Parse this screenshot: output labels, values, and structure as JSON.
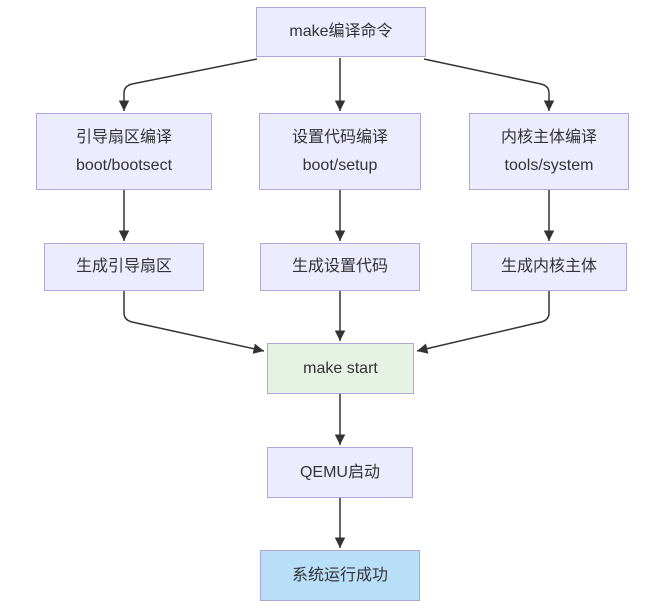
{
  "diagram": {
    "type": "flowchart",
    "direction": "top-down",
    "nodes": {
      "make_compile": {
        "label": "make编译命令"
      },
      "bootsect_compile": {
        "line1": "引导扇区编译",
        "line2": "boot/bootsect"
      },
      "setup_compile": {
        "line1": "设置代码编译",
        "line2": "boot/setup"
      },
      "system_compile": {
        "line1": "内核主体编译",
        "line2": "tools/system"
      },
      "gen_bootsect": {
        "label": "生成引导扇区"
      },
      "gen_setup": {
        "label": "生成设置代码"
      },
      "gen_system": {
        "label": "生成内核主体"
      },
      "make_start": {
        "label": "make start"
      },
      "qemu_start": {
        "label": "QEMU启动"
      },
      "system_success": {
        "label": "系统运行成功"
      }
    },
    "edges": [
      {
        "from": "make_compile",
        "to": "bootsect_compile"
      },
      {
        "from": "make_compile",
        "to": "setup_compile"
      },
      {
        "from": "make_compile",
        "to": "system_compile"
      },
      {
        "from": "bootsect_compile",
        "to": "gen_bootsect"
      },
      {
        "from": "setup_compile",
        "to": "gen_setup"
      },
      {
        "from": "system_compile",
        "to": "gen_system"
      },
      {
        "from": "gen_bootsect",
        "to": "make_start"
      },
      {
        "from": "gen_setup",
        "to": "make_start"
      },
      {
        "from": "gen_system",
        "to": "make_start"
      },
      {
        "from": "make_start",
        "to": "qemu_start"
      },
      {
        "from": "qemu_start",
        "to": "system_success"
      }
    ],
    "colors": {
      "node_fill": "#ECECFF",
      "node_border": "#AEA7D8",
      "start_fill": "#E6F3E4",
      "success_fill": "#B9DEF8",
      "text": "#333333",
      "arrow": "#333333",
      "background": "#FFFFFF"
    }
  }
}
